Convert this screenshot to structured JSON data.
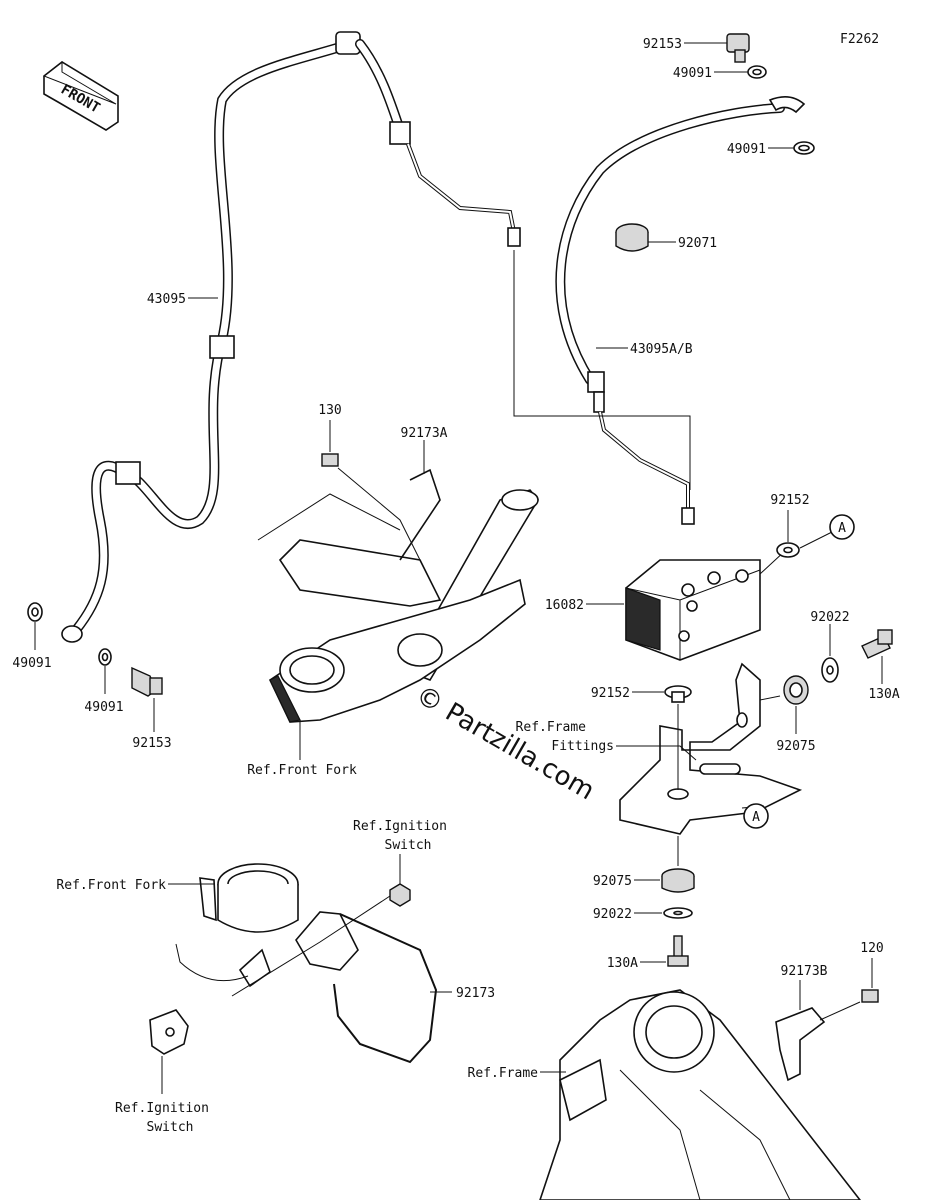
{
  "figure_code": "F2262",
  "front_label": "FRONT",
  "watermark": "© Partzilla.com",
  "callouts": {
    "p92153_top": "92153",
    "p49091_top1": "49091",
    "p49091_top2": "49091",
    "p92071": "92071",
    "p43095": "43095",
    "p43095ab": "43095A/B",
    "p130": "130",
    "p92173a": "92173A",
    "p92152_a": "92152",
    "p16082": "16082",
    "p92022_r": "92022",
    "p130a_r": "130A",
    "p49091_l1": "49091",
    "p49091_l2": "49091",
    "p92153_l": "92153",
    "p92152_b": "92152",
    "p92075_r": "92075",
    "ref_front_fork_1": "Ref.Front Fork",
    "ref_frame_fittings_1": "Ref.Frame",
    "ref_frame_fittings_2": "Fittings",
    "ref_ign_top_1": "Ref.Ignition",
    "ref_ign_top_2": "Switch",
    "ref_front_fork_2": "Ref.Front Fork",
    "p92075_b": "92075",
    "p92022_b": "92022",
    "p130a_b": "130A",
    "p92173": "92173",
    "p120": "120",
    "p92173b": "92173B",
    "ref_frame": "Ref.Frame",
    "ref_ign_bot_1": "Ref.Ignition",
    "ref_ign_bot_2": "Switch",
    "circle_a": "A"
  }
}
